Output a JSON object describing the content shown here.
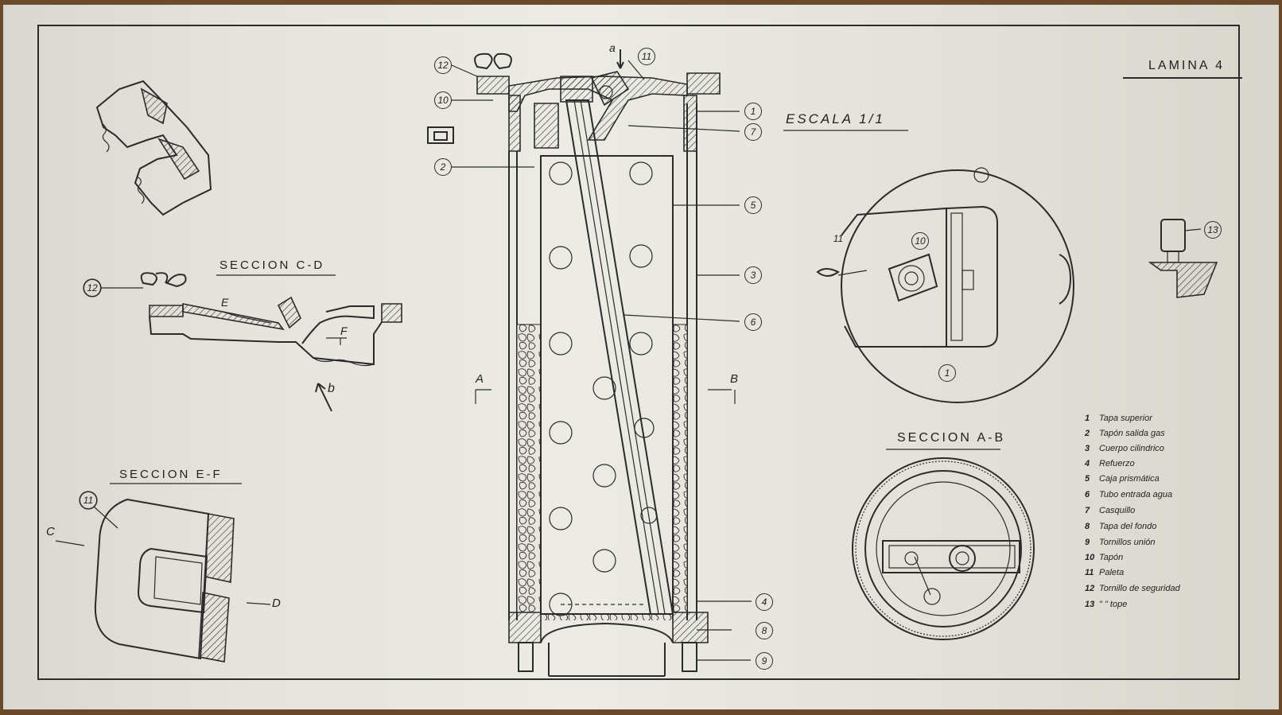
{
  "sheet": {
    "plate": "LAMINA 4",
    "scale": "ESCALA 1/1",
    "sections": {
      "cd": "SECCION C-D",
      "ef": "SECCION E-F",
      "ab": "SECCION A-B"
    },
    "markers": {
      "a": "a",
      "b": "b",
      "A": "A",
      "B": "B",
      "C": "C",
      "D": "D",
      "E": "E",
      "F": "F"
    }
  },
  "callouts": {
    "c1": "1",
    "c2": "2",
    "c3": "3",
    "c4": "4",
    "c5": "5",
    "c6": "6",
    "c7": "7",
    "c8": "8",
    "c9": "9",
    "c10": "10",
    "c11": "11",
    "c12": "12",
    "c13": "13"
  },
  "legend": [
    {
      "n": "1",
      "label": "Tapa superior"
    },
    {
      "n": "2",
      "label": "Tapón salida gas"
    },
    {
      "n": "3",
      "label": "Cuerpo cilindrico"
    },
    {
      "n": "4",
      "label": "Refuerzo"
    },
    {
      "n": "5",
      "label": "Caja prismática"
    },
    {
      "n": "6",
      "label": "Tubo entrada agua"
    },
    {
      "n": "7",
      "label": "Casquillo"
    },
    {
      "n": "8",
      "label": "Tapa del fondo"
    },
    {
      "n": "9",
      "label": "Tornillos unión"
    },
    {
      "n": "10",
      "label": "Tapón"
    },
    {
      "n": "11",
      "label": "Paleta"
    },
    {
      "n": "12",
      "label": "Tornillo de seguridad"
    },
    {
      "n": "13",
      "label": "\"     \" tope"
    }
  ]
}
